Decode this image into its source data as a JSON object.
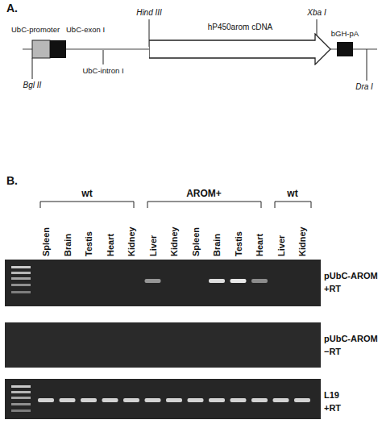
{
  "diagram": {
    "nodes": [
      {
        "text": [
          "hP450arom cDNA"
        ]
      }
    ],
    "labels": [
      "A.",
      "UbC-promoter",
      "UbC-exon I",
      "Hind III",
      "Xba I",
      "bGH-pA",
      "UbC-intron I",
      "Bgl II",
      "Dra I",
      "B.",
      "wt",
      "AROM+",
      "wt",
      "Spleen",
      "Brain",
      "Testis",
      "Heart",
      "Kidney",
      "Liver",
      "Kidney",
      "Spleen",
      "Brain",
      "Testis",
      "Heart",
      "Liver",
      "Kidney",
      "pUbC-AROM",
      "+RT",
      "pUbC-AROM",
      "−RT",
      "L19",
      "+RT"
    ]
  }
}
